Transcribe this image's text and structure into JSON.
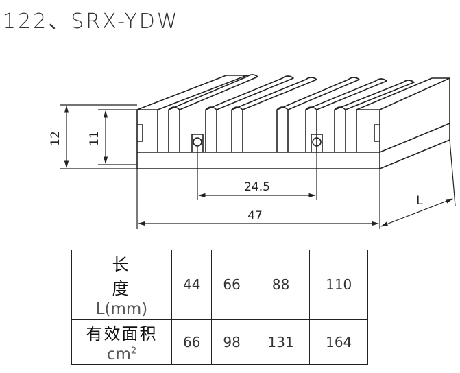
{
  "title": "122、SRX-YDW",
  "dimensions": {
    "height_outer": "12",
    "height_inner": "11",
    "center_spacing": "24.5",
    "width": "47",
    "length": "L"
  },
  "table": {
    "row_length": {
      "label_cn": "长 度",
      "label_unit": "L(mm)",
      "values": [
        "44",
        "66",
        "88",
        "110"
      ]
    },
    "row_area": {
      "label_cn": "有效面积",
      "label_unit_base": "cm",
      "label_unit_sup": "2",
      "values": [
        "66",
        "98",
        "131",
        "164"
      ]
    }
  }
}
